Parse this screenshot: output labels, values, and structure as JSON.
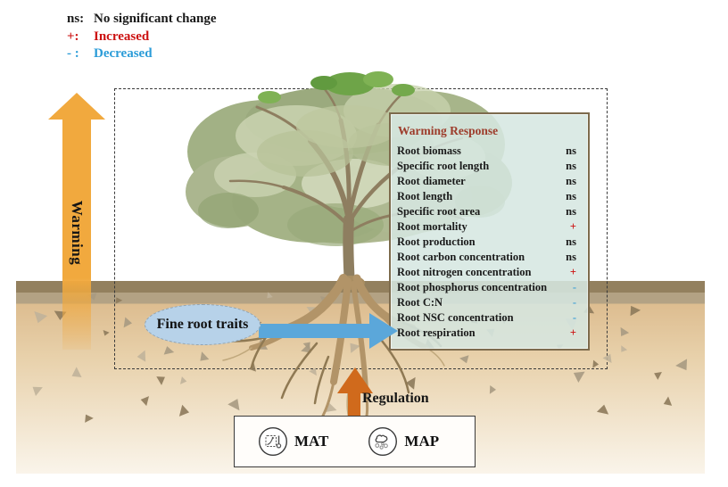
{
  "legend": {
    "items": [
      {
        "symbol": "ns:",
        "label": "No significant change",
        "color": "#1a1a1a"
      },
      {
        "symbol": "+:",
        "label": "Increased",
        "color": "#cc1111"
      },
      {
        "symbol": "- :",
        "label": "Decreased",
        "color": "#2b9cd8"
      }
    ]
  },
  "warming_arrow": {
    "label": "Warming"
  },
  "warming_response": {
    "title": "Warming Response",
    "rows": [
      {
        "label": "Root biomass",
        "value": "ns"
      },
      {
        "label": "Specific root length",
        "value": "ns"
      },
      {
        "label": "Root diameter",
        "value": "ns"
      },
      {
        "label": "Root length",
        "value": "ns"
      },
      {
        "label": "Specific root area",
        "value": "ns"
      },
      {
        "label": "Root mortality",
        "value": "+"
      },
      {
        "label": "Root production",
        "value": "ns"
      },
      {
        "label": "Root carbon concentration",
        "value": "ns"
      },
      {
        "label": "Root nitrogen concentration",
        "value": "+"
      },
      {
        "label": "Root phosphorus concentration",
        "value": "-"
      },
      {
        "label": "Root C:N",
        "value": "-"
      },
      {
        "label": "Root NSC concentration",
        "value": "-"
      },
      {
        "label": "Root respiration",
        "value": "+"
      }
    ]
  },
  "fine_root_traits": {
    "label": "Fine root traits"
  },
  "regulation": {
    "label": "Regulation"
  },
  "climate_box": {
    "mat_label": "MAT",
    "map_label": "MAP",
    "mat_icon": "temperature-trend-chart",
    "map_icon": "rain-cloud"
  },
  "colors": {
    "no_change": "#1a1a1a",
    "increased": "#cc1111",
    "decreased": "#3fa0d6",
    "warming_arrow": "#f1a93e",
    "regulation_arrow": "#d06a1c",
    "fine_root_arrow": "#5ba7da",
    "panel_background": "#d6e7e1",
    "panel_border": "#7d6b4d",
    "panel_title": "#9d3c2b",
    "soil_dark_band": "#93805e",
    "soil_light": "#f8f1e4"
  }
}
